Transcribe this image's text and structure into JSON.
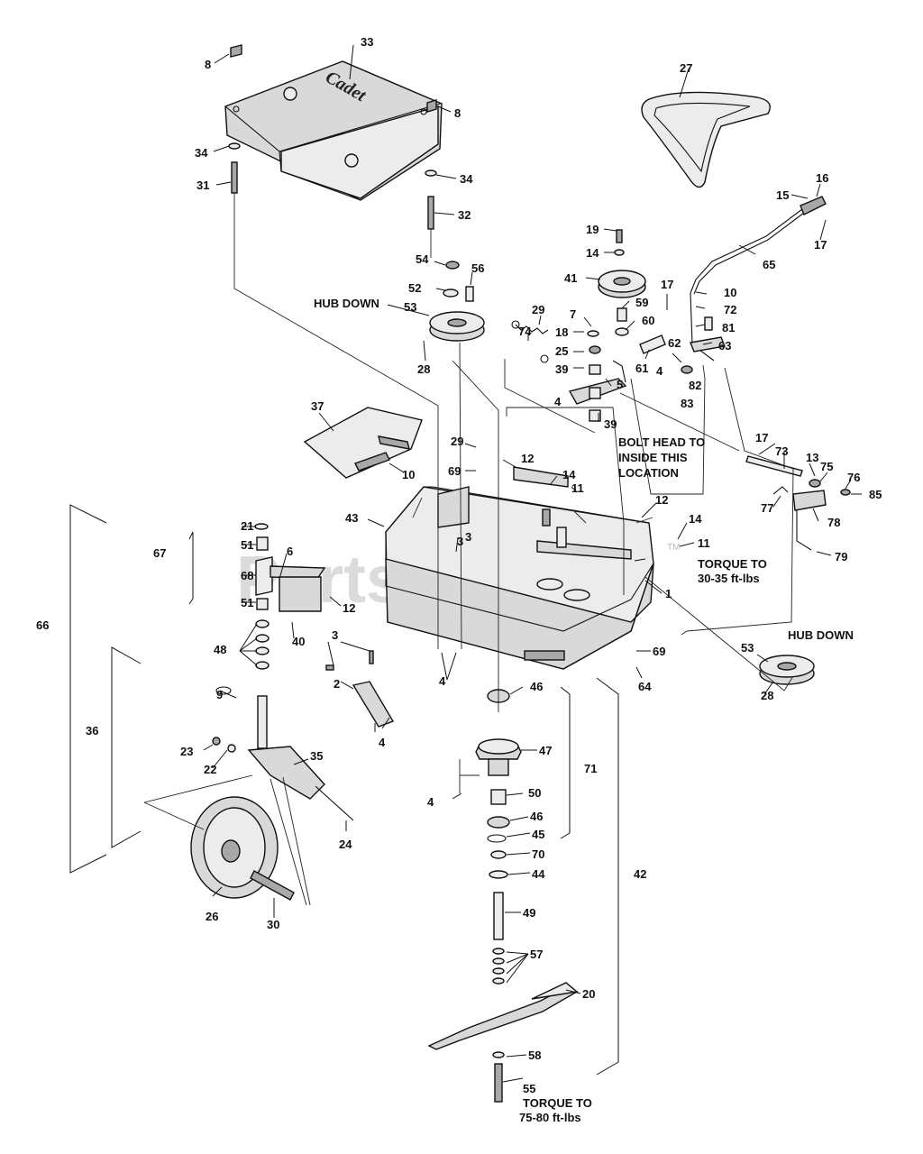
{
  "watermark": {
    "text": "PartsTree",
    "trademark": "TM"
  },
  "notes": {
    "hub_down_top": "HUB DOWN",
    "hub_down_right": "HUB DOWN",
    "bolt_head_1": "BOLT HEAD TO",
    "bolt_head_2": "INSIDE THIS",
    "bolt_head_3": "LOCATION",
    "torque_1_a": "TORQUE TO",
    "torque_1_b": "30-35 ft-lbs",
    "torque_2_a": "TORQUE TO",
    "torque_2_b": "75-80 ft-lbs"
  },
  "callouts": {
    "c1": "1",
    "c2": "2",
    "c3a": "3",
    "c3b": "3",
    "c3c": "3",
    "c4a": "4",
    "c4b": "4",
    "c4c": "4",
    "c4d": "4",
    "c4e": "4",
    "c5": "5",
    "c6": "6",
    "c7": "7",
    "c8a": "8",
    "c8b": "8",
    "c9": "9",
    "c10a": "10",
    "c10b": "10",
    "c11a": "11",
    "c11b": "11",
    "c12a": "12",
    "c12b": "12",
    "c12c": "12",
    "c13": "13",
    "c14a": "14",
    "c14b": "14",
    "c14c": "14",
    "c15": "15",
    "c16": "16",
    "c17a": "17",
    "c17b": "17",
    "c17c": "17",
    "c18": "18",
    "c19": "19",
    "c20": "20",
    "c21": "21",
    "c22": "22",
    "c23": "23",
    "c24": "24",
    "c25": "25",
    "c26": "26",
    "c27": "27",
    "c28a": "28",
    "c28b": "28",
    "c29a": "29",
    "c29b": "29",
    "c30": "30",
    "c31": "31",
    "c32": "32",
    "c33": "33",
    "c34a": "34",
    "c34b": "34",
    "c35": "35",
    "c36": "36",
    "c37": "37",
    "c39a": "39",
    "c39b": "39",
    "c40": "40",
    "c41": "41",
    "c42": "42",
    "c43": "43",
    "c44": "44",
    "c45": "45",
    "c46a": "46",
    "c46b": "46",
    "c47": "47",
    "c48": "48",
    "c49": "49",
    "c50": "50",
    "c51a": "51",
    "c51b": "51",
    "c52": "52",
    "c53a": "53",
    "c53b": "53",
    "c54": "54",
    "c55": "55",
    "c56": "56",
    "c57": "57",
    "c58": "58",
    "c59": "59",
    "c60": "60",
    "c61": "61",
    "c62": "62",
    "c63": "63",
    "c64": "64",
    "c65": "65",
    "c66": "66",
    "c67": "67",
    "c68": "68",
    "c69a": "69",
    "c69b": "69",
    "c70": "70",
    "c71": "71",
    "c72": "72",
    "c73": "73",
    "c74": "74",
    "c75": "75",
    "c76": "76",
    "c77": "77",
    "c78": "78",
    "c79": "79",
    "c81": "81",
    "c82": "82",
    "c83": "83",
    "c85": "85"
  }
}
